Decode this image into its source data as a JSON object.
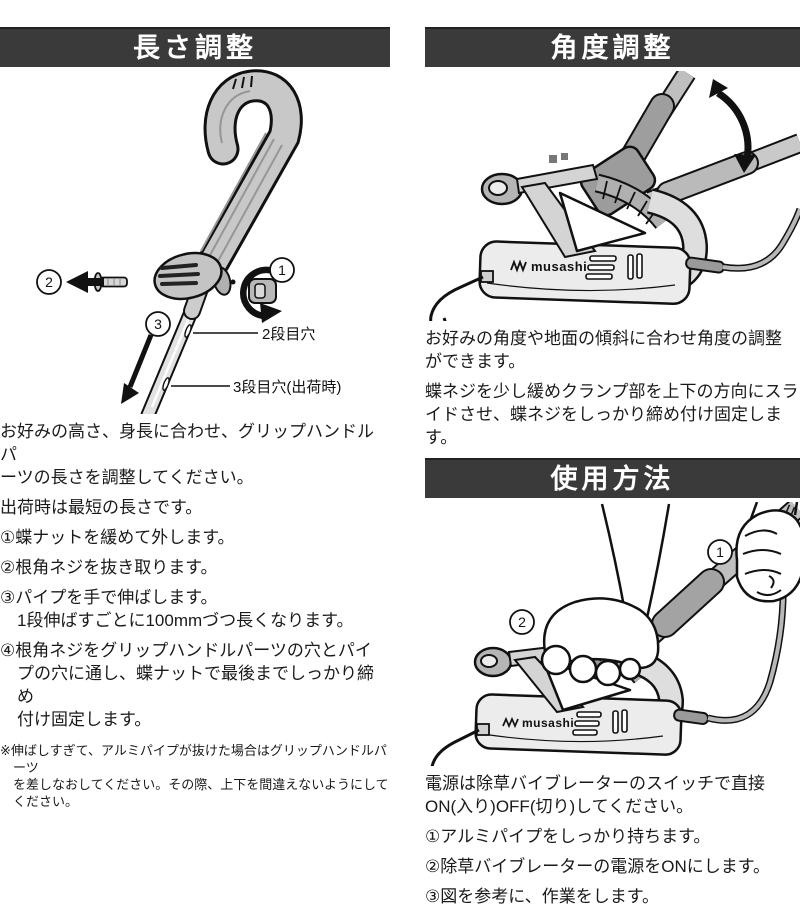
{
  "colors": {
    "header_bg": "#3a3a3a",
    "header_text": "#ffffff",
    "body_text": "#1a1a1a"
  },
  "left_section": {
    "header": "長さ調整",
    "diagram": {
      "num1": "1",
      "num2": "2",
      "num3": "3",
      "hole2_label": "2段目穴",
      "hole3_label": "3段目穴(出荷時)"
    },
    "paragraphs": [
      "お好みの高さ、身長に合わせ、グリップハンドルパ\nーツの長さを調整してください。",
      "出荷時は最短の長さです。"
    ],
    "steps": [
      "①蝶ナットを緩めて外します。",
      "②根角ネジを抜き取ります。",
      "③パイプを手で伸ばします。\n1段伸ばすごとに100mmづつ長くなります。",
      "④根角ネジをグリップハンドルパーツの穴とパイ\nプの穴に通し、蝶ナットで最後までしっかり締め\n付け固定します。"
    ],
    "note": "※伸ばしすぎて、アルミパイプが抜けた場合はグリップハンドルパーツ\nを差しなおしてください。その際、上下を間違えないようにしてください。"
  },
  "right_section": {
    "angle": {
      "header": "角度調整",
      "brand": "musashi",
      "paragraphs": [
        "お好みの角度や地面の傾斜に合わせ角度の調整\nができます。",
        "蝶ネジを少し緩めクランプ部を上下の方向にスラ\nイドさせ、蝶ネジをしっかり締め付け固定します。"
      ]
    },
    "usage": {
      "header": "使用方法",
      "brand": "musashi",
      "num1": "1",
      "num2": "2",
      "intro": "電源は除草バイブレーターのスイッチで直接\nON(入り)OFF(切り)してください。",
      "steps": [
        "①アルミパイプをしっかり持ちます。",
        "②除草バイブレーターの電源をONにします。",
        "③図を参考に、作業をします。"
      ]
    }
  }
}
